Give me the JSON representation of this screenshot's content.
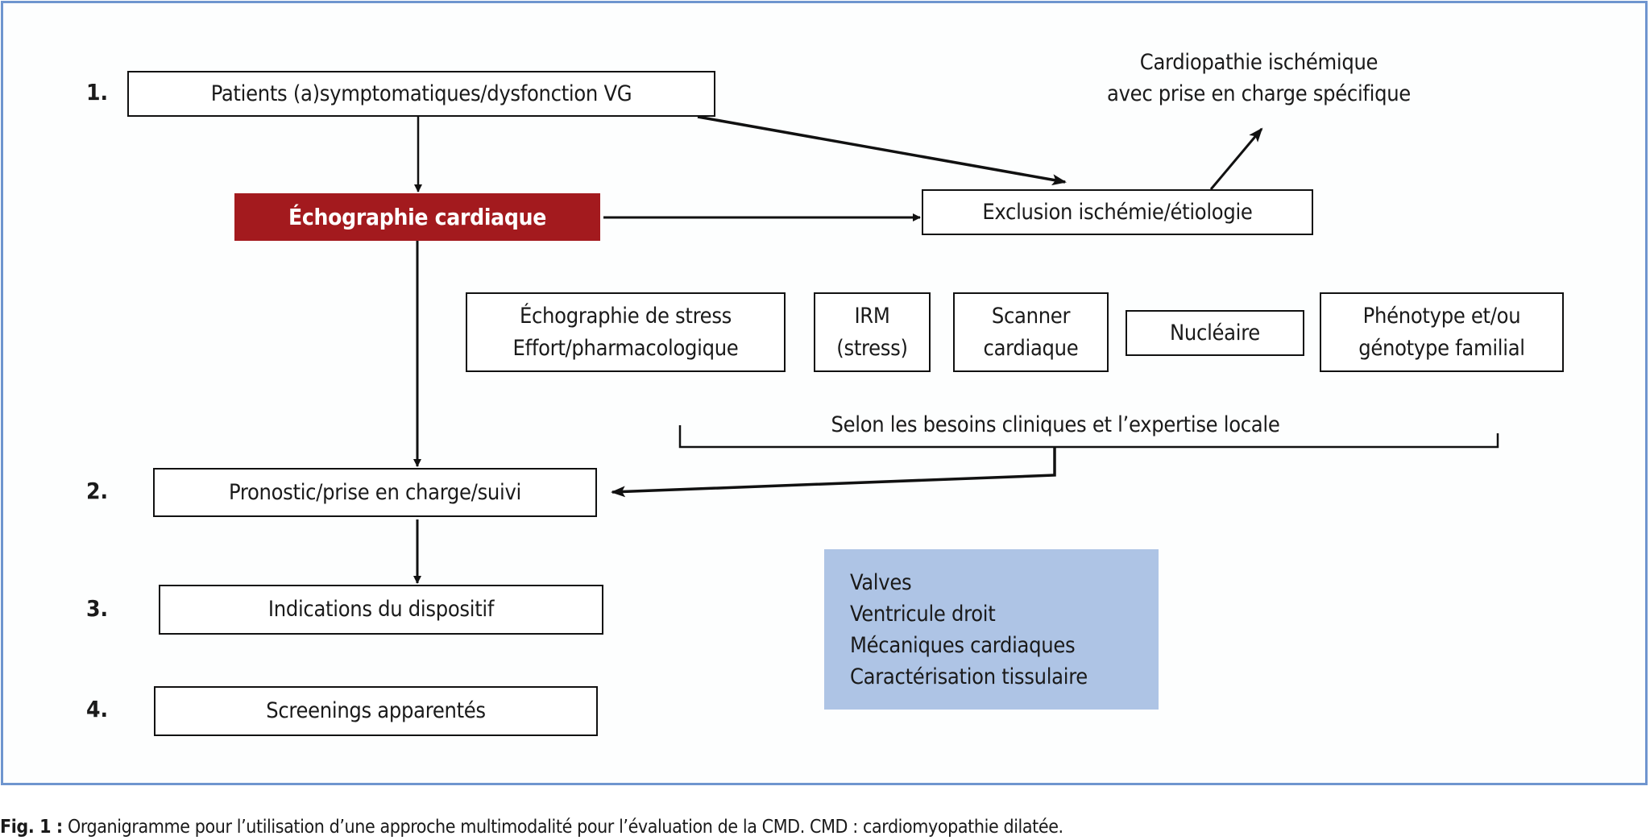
{
  "figure": {
    "steps": [
      {
        "number": "1.",
        "label": "Patients (a)symptomatiques/dysfonction VG"
      },
      {
        "number": "2.",
        "label": "Pronostic/prise en charge/suivi"
      },
      {
        "number": "3.",
        "label": "Indications du dispositif"
      },
      {
        "number": "4.",
        "label": "Screenings apparentés"
      }
    ],
    "central_node": "Échographie cardiaque",
    "exclusion_node": "Exclusion ischémie/étiologie",
    "ischemic_outcome": {
      "line1": "Cardiopathie ischémique",
      "line2": "avec prise en charge spécifique"
    },
    "modalities": [
      {
        "line1": "Échographie de stress",
        "line2": "Effort/pharmacologique"
      },
      {
        "line1": "IRM",
        "line2": "(stress)"
      },
      {
        "line1": "Scanner",
        "line2": "cardiaque"
      },
      {
        "line1": "Nucléaire",
        "line2": ""
      },
      {
        "line1": "Phénotype et/ou",
        "line2": "génotype familial"
      }
    ],
    "bracket_label": "Selon les besoins cliniques et l’expertise locale",
    "echo_parameters": [
      "Valves",
      "Ventricule droit",
      "Mécaniques cardiaques",
      "Caractérisation tissulaire"
    ],
    "colors": {
      "frame": "#6f95cf",
      "central_node": "#a31a1e",
      "parameters_box": "#aec4e5"
    }
  },
  "caption": {
    "label": "Fig. 1 :",
    "text": " Organigramme pour l’utilisation d’une approche multimodalité pour l’évaluation de la CMD. CMD : cardiomyopathie dilatée."
  }
}
